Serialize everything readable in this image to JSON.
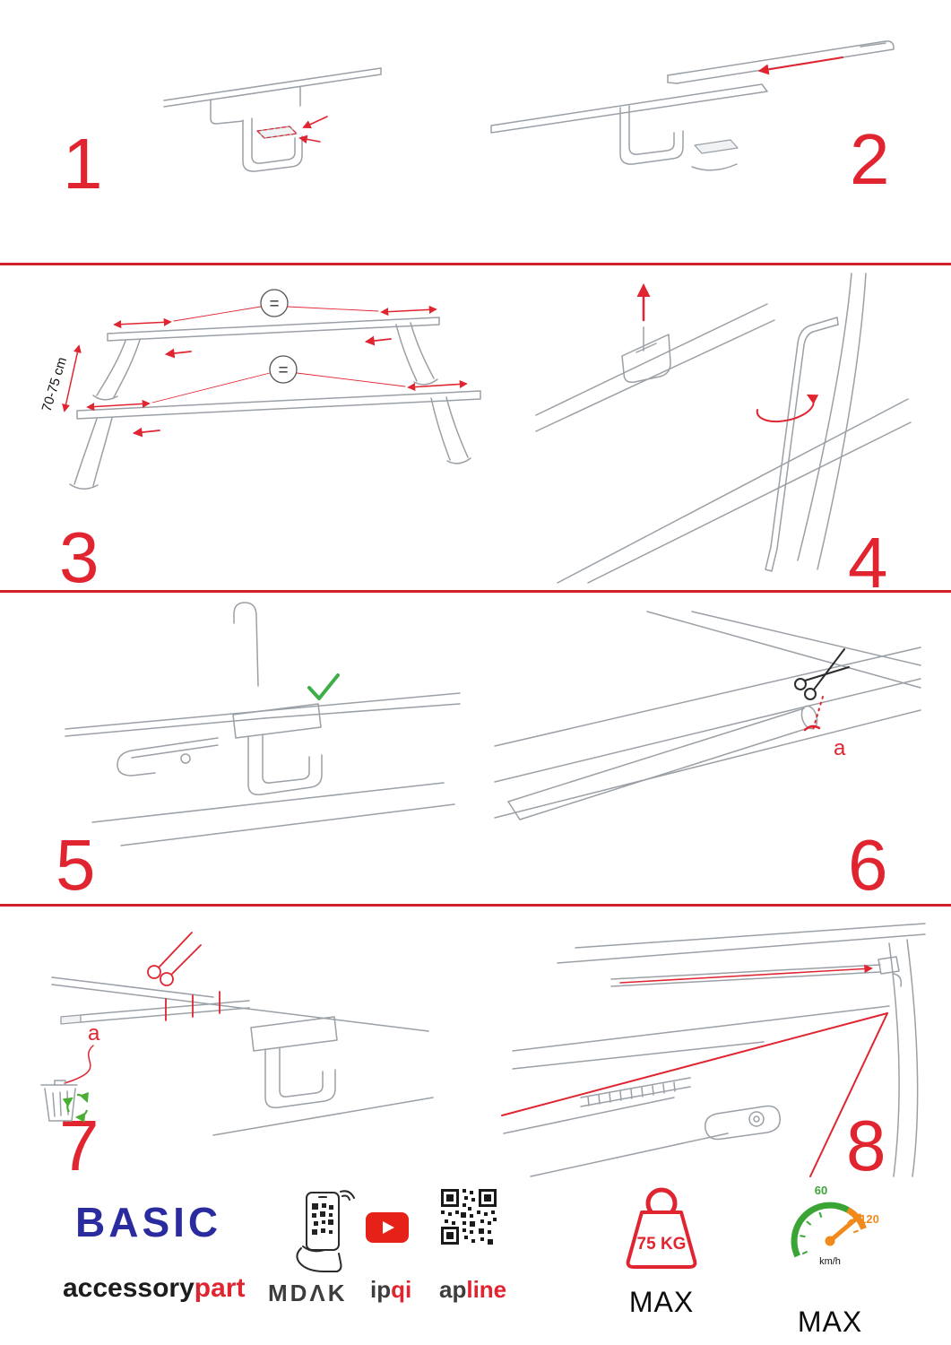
{
  "colors": {
    "accent_red": "#e02531",
    "brand_blue": "#2b2ba0",
    "line_gray": "#9aa0a6",
    "check_green": "#3fae49",
    "recycle_green": "#49ae32",
    "gauge_green": "#3aa435",
    "gauge_orange": "#f08a1c"
  },
  "steps": [
    {
      "number": "1"
    },
    {
      "number": "2"
    },
    {
      "number": "3"
    },
    {
      "number": "4"
    },
    {
      "number": "5"
    },
    {
      "number": "6"
    },
    {
      "number": "7"
    },
    {
      "number": "8"
    }
  ],
  "annotations": {
    "dimension_label": "70-75 cm",
    "equal_sign": "=",
    "label_a": "a"
  },
  "footer": {
    "brand_name": "BASIC",
    "brand_sub_prefix": "accessory",
    "brand_sub_suffix": "part",
    "app_store_label": "MDΛK",
    "video_label_prefix": "ip",
    "video_label_suffix": "qi",
    "qr_label_prefix": "ap",
    "qr_label_suffix": "line",
    "weight_limit": "75 KG",
    "weight_max_label": "MAX",
    "speed_green_value": "60",
    "speed_orange_value": "120",
    "speed_unit": "km/h",
    "speed_max_label": "MAX"
  },
  "icons": {
    "scissors": "scissors-icon",
    "checkmark": "checkmark-icon",
    "trash": "trash-bin-icon",
    "recycle": "recycle-icon",
    "phone_qr": "phone-qr-scan-icon",
    "youtube": "youtube-play-icon",
    "qr_code": "qr-code-icon",
    "weight": "weight-limit-icon",
    "speedometer": "speed-limit-icon"
  }
}
